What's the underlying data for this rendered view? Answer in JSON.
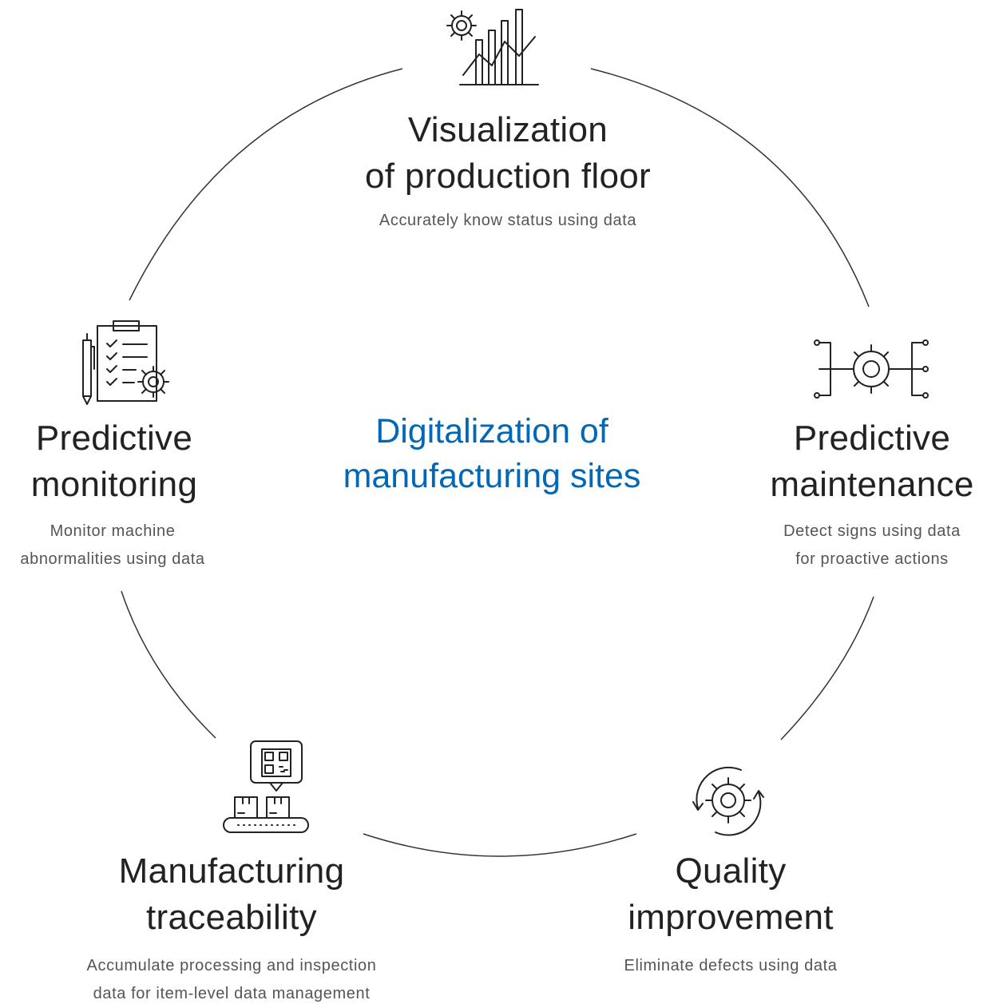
{
  "center": {
    "line1": "Digitalization of",
    "line2": "manufacturing sites",
    "color": "#0068b7"
  },
  "nodes": [
    {
      "id": "visualization",
      "icon": "gear-bar-chart-icon",
      "title": [
        "Visualization",
        "of production floor"
      ],
      "description": [
        "Accurately know status using data"
      ]
    },
    {
      "id": "predictive-maintenance",
      "icon": "gear-circuit-icon",
      "title": [
        "Predictive",
        "maintenance"
      ],
      "description": [
        "Detect signs using data",
        "for proactive actions"
      ]
    },
    {
      "id": "quality-improvement",
      "icon": "gear-cycle-icon",
      "title": [
        "Quality",
        "improvement"
      ],
      "description": [
        "Eliminate defects using data"
      ]
    },
    {
      "id": "manufacturing-traceability",
      "icon": "qr-conveyor-icon",
      "title": [
        "Manufacturing",
        "traceability"
      ],
      "description": [
        "Accumulate processing and inspection",
        "data for item-level data management"
      ]
    },
    {
      "id": "predictive-monitoring",
      "icon": "clipboard-checklist-gear-icon",
      "title": [
        "Predictive",
        "monitoring"
      ],
      "description": [
        "Monitor machine",
        "abnormalities using data"
      ]
    }
  ]
}
